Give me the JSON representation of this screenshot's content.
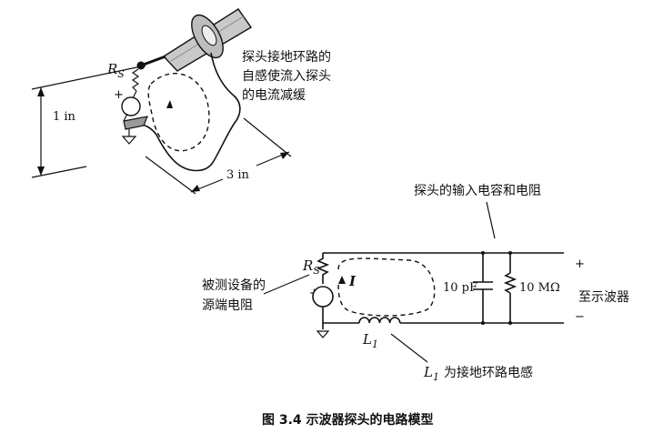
{
  "top": {
    "rs_label": "R",
    "rs_sub": "S",
    "plus_sign": "+",
    "annotation_lines": [
      "探头接地环路的",
      "自感使流入探头",
      "的电流减缓"
    ],
    "dim_height": "1 in",
    "dim_width": "3 in"
  },
  "circuit": {
    "caption_top": "探头的输入电容和电阻",
    "rs_label": "R",
    "rs_sub": "S",
    "plus_sign": "+",
    "current_label": "I",
    "capacitor_value": "10 pF",
    "resistor_value": "10 MΩ",
    "terminal_plus": "+",
    "terminal_minus": "−",
    "scope_label": "至示波器",
    "source_label_lines": [
      "被测设备的",
      "源端电阻"
    ],
    "inductor_label": "L",
    "inductor_sub": "1",
    "inductor_desc": "为接地环路电感"
  },
  "figure": {
    "caption": "图 3.4    示波器探头的电路模型"
  }
}
